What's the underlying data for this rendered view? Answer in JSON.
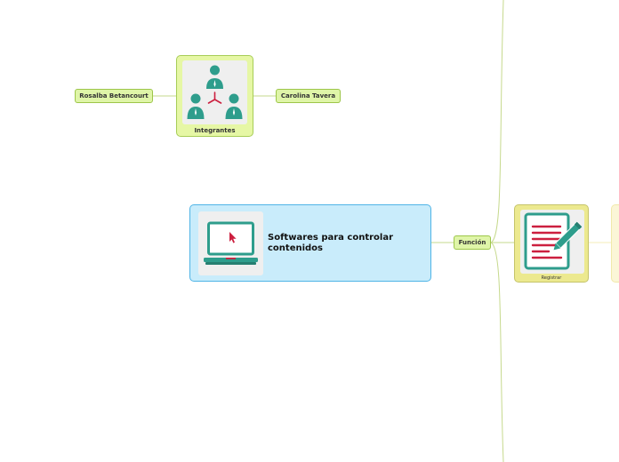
{
  "diagram": {
    "integrantes": {
      "label": "Integrantes",
      "icon": "team-icon",
      "members": [
        "Rosalba Betancourt",
        "Carolina Tavera"
      ]
    },
    "central_topic": {
      "label": "Softwares para controlar contenidos",
      "icon": "laptop-cursor-icon"
    },
    "function_link": {
      "label": "Función"
    },
    "registrar": {
      "label": "Registrar",
      "icon": "document-pencil-icon"
    }
  },
  "colors": {
    "teal": "#2e9d8c",
    "red": "#cc1f3f",
    "blue_fill": "#c9ecfb",
    "blue_border": "#4fb4e6",
    "green_fill": "#e6f7a5",
    "green_border": "#a7cd57",
    "yellow_fill": "#ece98f",
    "connector": "#c6d98d"
  }
}
